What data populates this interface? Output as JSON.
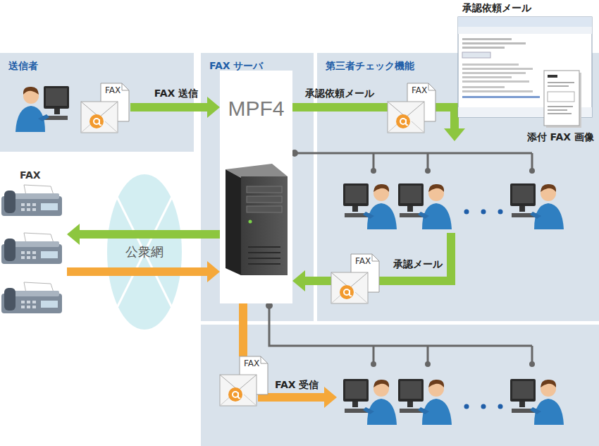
{
  "diagram": {
    "nodes": [
      {
        "text": [
          "送信者"
        ]
      },
      {
        "text": [
          "FAX"
        ],
        "in": 0
      },
      {
        "text": [
          "FAX サーバ"
        ]
      },
      {
        "text": [
          "MPF4"
        ],
        "in": 2
      },
      {
        "text": [
          "第三者チェック機能"
        ]
      },
      {
        "text": [
          "FAX"
        ],
        "in": 4
      },
      {
        "text": [
          "FAX"
        ],
        "in": 4
      },
      {
        "text": [
          "FAX"
        ]
      },
      {
        "text": [
          "FAX"
        ]
      },
      {
        "text": [
          "公衆網"
        ]
      },
      {
        "text": [
          "承認依頼メール"
        ]
      },
      {
        "text": [
          "添付 FAX 画像"
        ]
      }
    ],
    "edges": [
      {
        "from": 1,
        "to": 3,
        "label": "FAX 送信",
        "arrow": "to"
      },
      {
        "from": 3,
        "to": 5,
        "label": "承認依頼メール",
        "arrow": "none"
      },
      {
        "from": 6,
        "to": 3,
        "label": "承認メール",
        "arrow": "to"
      },
      {
        "from": 3,
        "to": 8,
        "arrow": "to"
      },
      {
        "from": 8,
        "to": 3,
        "arrow": "to"
      },
      {
        "from": 3,
        "to": 7,
        "arrow": "none"
      }
    ],
    "labels": [
      "FAX 受信"
    ]
  }
}
